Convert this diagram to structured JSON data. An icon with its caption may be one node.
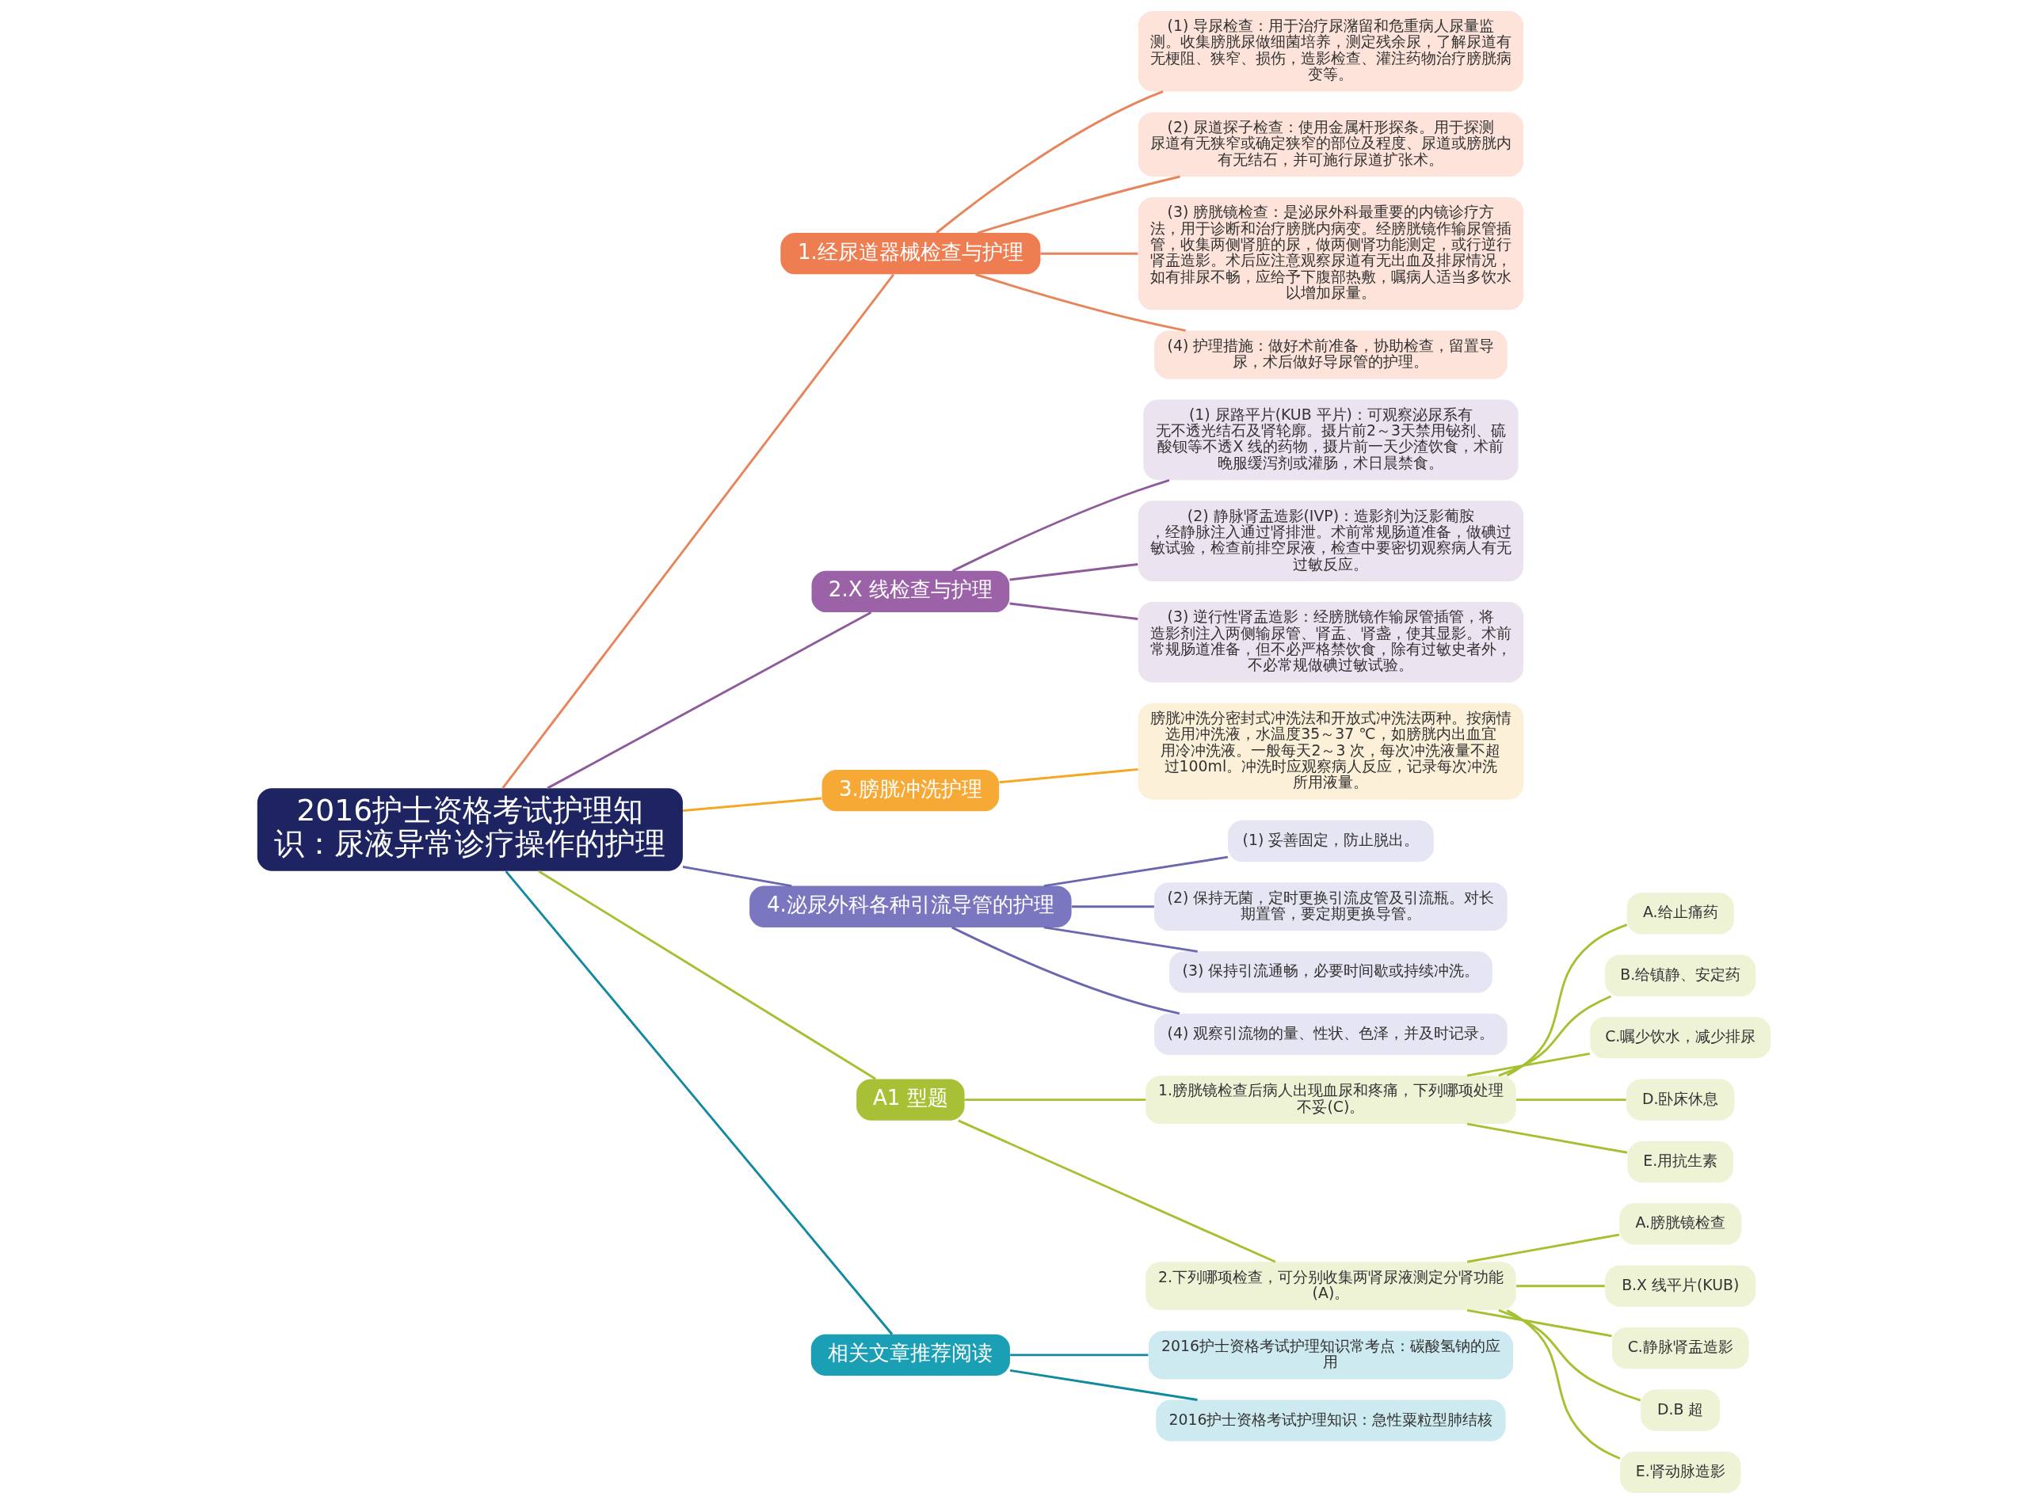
{
  "diagram": {
    "nodes": [
      {
        "text": [
          "2016护士资格考试护理知识：尿液异常诊疗操作的护理"
        ]
      },
      {
        "text": [
          "1.经尿道器械检查与护理"
        ]
      },
      {
        "text": [
          "(1) 导尿检查：用于治疗尿潴留和危重病人尿量监测。收集膀胱尿做细菌培养，测定残余尿，了解尿道有无梗阻、狭窄、损伤，造影检查、灌注药物治疗膀胱病变等。"
        ]
      },
      {
        "text": [
          "(2) 尿道探子检查：使用金属杆形探条。用于探测尿道有无狭窄或确定狭窄的部位及程度、尿道或膀胱内有无结石，并可施行尿道扩张术。"
        ]
      },
      {
        "text": [
          "(3) 膀胱镜检查：是泌尿外科最重要的内镜诊疗方法，用于诊断和治疗膀胱内病变。经膀胱镜作输尿管插管，收集两侧肾脏的尿，做两侧肾功能测定，或行逆行肾盂造影。术后应注意观察尿道有无出血及排尿情况，如有排尿不畅，应给予下腹部热敷，嘱病人适当多饮水以增加尿量。"
        ]
      },
      {
        "text": [
          "(4) 护理措施：做好术前准备，协助检查，留置导尿，术后做好导尿管的护理。"
        ]
      },
      {
        "text": [
          "2.X 线检查与护理"
        ]
      },
      {
        "text": [
          "(1) 尿路平片(KUB 平片)：可观察泌尿系有无不透光结石及肾轮廓。摄片前2～3天禁用铋剂、硫酸钡等不透X 线的药物，摄片前一天少渣饮食，术前晚服缓泻剂或灌肠，术日晨禁食。"
        ]
      },
      {
        "text": [
          "(2) 静脉肾盂造影(IVP)：造影剂为泛影葡胺，经静脉注入通过肾排泄。术前常规肠道准备，做碘过敏试验，检查前排空尿液，检查中要密切观察病人有无过敏反应。"
        ]
      },
      {
        "text": [
          "(3) 逆行性肾盂造影：经膀胱镜作输尿管插管，将造影剂注入两侧输尿管、肾盂、肾盏，使其显影。术前常规肠道准备，但不必严格禁饮食，除有过敏史者外，不必常规做碘过敏试验。"
        ]
      },
      {
        "text": [
          "3.膀胱冲洗护理"
        ]
      },
      {
        "text": [
          "膀胱冲洗分密封式冲洗法和开放式冲洗法两种。按病情选用冲洗液，水温度35～37 ℃，如膀胱内出血宜用冷冲洗液。一般每天2～3 次，每次冲洗液量不超过100ml。冲洗时应观察病人反应，记录每次冲洗所用液量。"
        ]
      },
      {
        "text": [
          "4.泌尿外科各种引流导管的护理"
        ]
      },
      {
        "text": [
          "(1) 妥善固定，防止脱出。"
        ]
      },
      {
        "text": [
          "(2) 保持无菌，定时更换引流皮管及引流瓶。对长期置管，要定期更换导管。"
        ]
      },
      {
        "text": [
          "(3) 保持引流通畅，必要时间歇或持续冲洗。"
        ]
      },
      {
        "text": [
          "(4) 观察引流物的量、性状、色泽，并及时记录。"
        ]
      },
      {
        "text": [
          "A1 型题"
        ]
      },
      {
        "text": [
          "1.膀胱镜检查后病人出现血尿和疼痛，下列哪项处理不妥(C)。"
        ]
      },
      {
        "text": [
          "A.给止痛药"
        ]
      },
      {
        "text": [
          "B.给镇静、安定药"
        ]
      },
      {
        "text": [
          "C.嘱少饮水，减少排尿"
        ]
      },
      {
        "text": [
          "D.卧床休息"
        ]
      },
      {
        "text": [
          "E.用抗生素"
        ]
      },
      {
        "text": [
          "2.下列哪项检查，可分别收集两肾尿液测定分肾功能(A)。"
        ]
      },
      {
        "text": [
          "A.膀胱镜检查"
        ]
      },
      {
        "text": [
          "B.X 线平片(KUB)"
        ]
      },
      {
        "text": [
          "C.静脉肾盂造影"
        ]
      },
      {
        "text": [
          "D.B 超"
        ]
      },
      {
        "text": [
          "E.肾动脉造影"
        ]
      },
      {
        "text": [
          "相关文章推荐阅读"
        ]
      },
      {
        "text": [
          "2016护士资格考试护理知识常考点：碳酸氢钠的应用"
        ]
      },
      {
        "text": [
          "2016护士资格考试护理知识：急性粟粒型肺结核"
        ]
      }
    ],
    "edges": [
      {
        "from": 0,
        "to": 1,
        "arrow": "none",
        "color": "#e8845a"
      },
      {
        "from": 1,
        "to": 2,
        "arrow": "none",
        "color": "#e8845a"
      },
      {
        "from": 1,
        "to": 3,
        "arrow": "none",
        "color": "#e8845a"
      },
      {
        "from": 1,
        "to": 4,
        "arrow": "none",
        "color": "#e8845a"
      },
      {
        "from": 1,
        "to": 5,
        "arrow": "none",
        "color": "#e8845a"
      },
      {
        "from": 0,
        "to": 6,
        "arrow": "none",
        "color": "#8e5a9b"
      },
      {
        "from": 6,
        "to": 7,
        "arrow": "none",
        "color": "#8e5a9b"
      },
      {
        "from": 6,
        "to": 8,
        "arrow": "none",
        "color": "#8e5a9b"
      },
      {
        "from": 6,
        "to": 9,
        "arrow": "none",
        "color": "#8e5a9b"
      },
      {
        "from": 0,
        "to": 10,
        "arrow": "none",
        "color": "#f5a623"
      },
      {
        "from": 10,
        "to": 11,
        "arrow": "none",
        "color": "#f5a623"
      },
      {
        "from": 0,
        "to": 12,
        "arrow": "none",
        "color": "#6b66b0"
      },
      {
        "from": 12,
        "to": 13,
        "arrow": "none",
        "color": "#6b66b0"
      },
      {
        "from": 12,
        "to": 14,
        "arrow": "none",
        "color": "#6b66b0"
      },
      {
        "from": 12,
        "to": 15,
        "arrow": "none",
        "color": "#6b66b0"
      },
      {
        "from": 12,
        "to": 16,
        "arrow": "none",
        "color": "#6b66b0"
      },
      {
        "from": 0,
        "to": 17,
        "arrow": "none"
      },
      {
        "from": 17,
        "to": 18,
        "arrow": "none"
      },
      {
        "from": 18,
        "to": 19,
        "arrow": "none"
      },
      {
        "from": 18,
        "to": 20,
        "arrow": "none"
      },
      {
        "from": 18,
        "to": 21,
        "arrow": "none"
      },
      {
        "from": 18,
        "to": 22,
        "arrow": "none"
      },
      {
        "from": 18,
        "to": 23,
        "arrow": "none"
      },
      {
        "from": 17,
        "to": 24,
        "arrow": "none"
      },
      {
        "from": 24,
        "to": 25,
        "arrow": "none"
      },
      {
        "from": 24,
        "to": 26,
        "arrow": "none"
      },
      {
        "from": 24,
        "to": 27,
        "arrow": "none"
      },
      {
        "from": 24,
        "to": 28,
        "arrow": "none"
      },
      {
        "from": 24,
        "to": 29,
        "arrow": "none"
      },
      {
        "from": 0,
        "to": 30,
        "arrow": "none",
        "color": "#11899f"
      },
      {
        "from": 30,
        "to": 31,
        "arrow": "none",
        "color": "#11899f"
      },
      {
        "from": 30,
        "to": 32,
        "arrow": "none",
        "color": "#11899f"
      }
    ]
  }
}
